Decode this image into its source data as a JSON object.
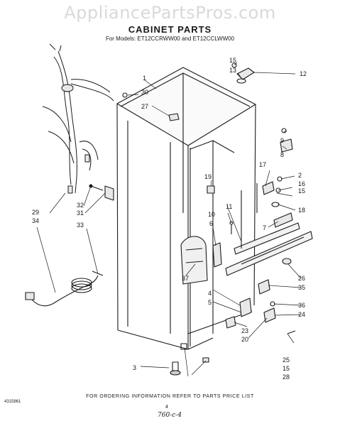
{
  "watermark": "AppliancePartsPros.com",
  "title": "CABINET PARTS",
  "subtitle": "For Models: ET12CCRWW00 and ET12CCLWW00",
  "footer_note": "FOR ORDERING INFORMATION REFER TO PARTS PRICE LIST",
  "page_number": "4",
  "handwritten_note": "760-c-4",
  "doc_code": "4315861",
  "callouts": {
    "c1": "1",
    "c2": "2",
    "c3": "3",
    "c4": "4",
    "c5": "5",
    "c6": "6",
    "c7": "7",
    "c8": "8",
    "c9": "9",
    "c10": "10",
    "c11": "11",
    "c12": "12",
    "c13": "13",
    "c15a": "15",
    "c15b": "15",
    "c15c": "15",
    "c16": "16",
    "c17": "17",
    "c18": "18",
    "c19": "19",
    "c20": "20",
    "c23": "23",
    "c24": "24",
    "c25": "25",
    "c26": "26",
    "c27": "27",
    "c28": "28",
    "c29": "29",
    "c30": "30",
    "c31": "31",
    "c32": "32",
    "c33": "33",
    "c34": "34",
    "c35": "35",
    "c36": "36",
    "c37": "37"
  }
}
